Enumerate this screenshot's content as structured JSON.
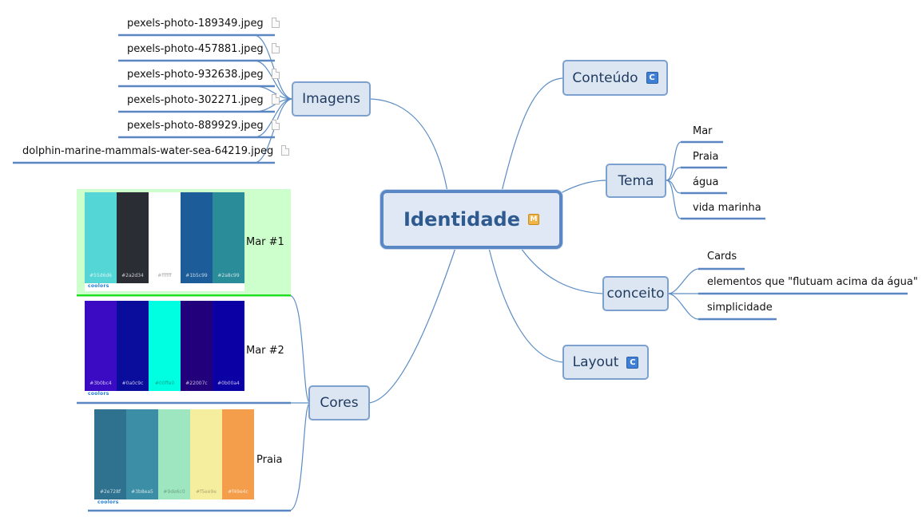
{
  "central": {
    "label": "Identidade",
    "badge": "M"
  },
  "branches": {
    "conteudo": {
      "label": "Conteúdo",
      "badge": "C"
    },
    "tema": {
      "label": "Tema",
      "items": [
        "Mar",
        "Praia",
        "água",
        "vida marinha"
      ]
    },
    "conceito": {
      "label": "conceito",
      "items": [
        "Cards",
        "elementos que \"flutuam acima da água\"",
        "simplicidade"
      ]
    },
    "layout": {
      "label": "Layout",
      "badge": "C"
    },
    "imagens": {
      "label": "Imagens",
      "files": [
        "pexels-photo-189349.jpeg",
        "pexels-photo-457881.jpeg",
        "pexels-photo-932638.jpeg",
        "pexels-photo-302271.jpeg",
        "pexels-photo-889929.jpeg",
        "dolphin-marine-mammals-water-sea-64219.jpeg"
      ]
    },
    "cores": {
      "label": "Cores",
      "palettes": [
        {
          "label": "Mar #1",
          "brand": "coolors",
          "colors": [
            "#55d6d6",
            "#2a2d34",
            "#ffffff",
            "#1b5c99",
            "#2a8c99"
          ],
          "codes": [
            "#55d6d6",
            "#2a2d34",
            "#ffffff",
            "#1b5c99",
            "#2a8c99"
          ]
        },
        {
          "label": "Mar #2",
          "brand": "coolors",
          "colors": [
            "#3b0bc4",
            "#0a0c9c",
            "#00ffe0",
            "#22007c",
            "#0b00a4"
          ],
          "codes": [
            "#3b0bc4",
            "#0a0c9c",
            "#00ffe0",
            "#22007c",
            "#0b00a4"
          ]
        },
        {
          "label": "Praia",
          "brand": "coolors",
          "colors": [
            "#2e728f",
            "#3b8ea5",
            "#9de6c0",
            "#f5ee9e",
            "#f49e4c"
          ],
          "codes": [
            "#2e728f",
            "#3b8ea5",
            "#9de6c0",
            "#f5ee9e",
            "#f49e4c"
          ]
        }
      ]
    }
  },
  "colors": {
    "node_fill": "#dce6f2",
    "node_border": "#7da1cf",
    "connector": "#5b8cc4",
    "underline": "#5a86c2",
    "palette1_bg": "#ccffcc",
    "palette1_border": "#22dd22"
  }
}
